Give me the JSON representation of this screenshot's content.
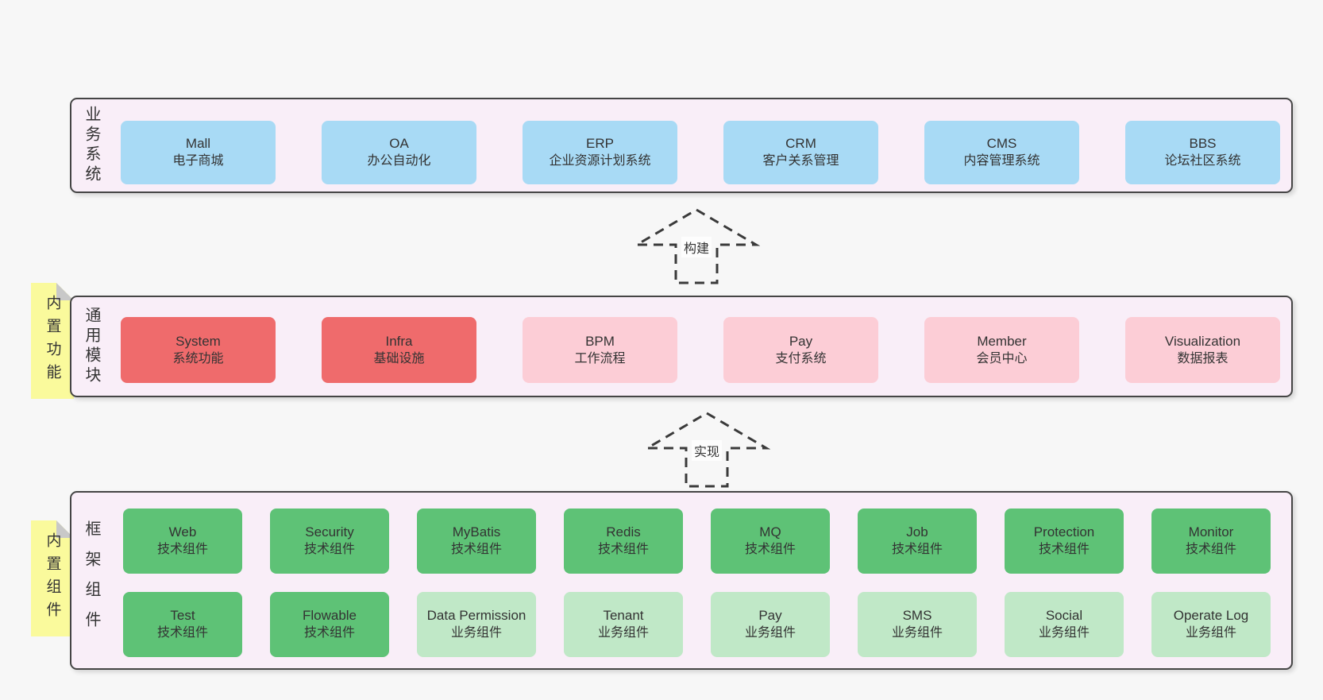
{
  "colors": {
    "page-bg": "#f7f7f7",
    "panel-bg": "#f9eef8",
    "panel-border": "#454545",
    "box-blue": "#a8daf5",
    "box-red": "#ef6b6c",
    "box-pink": "#fccdd6",
    "box-green-dark": "#5ec276",
    "box-green-light": "#c0e8c7",
    "tab-yellow": "#fafa9c",
    "tab-fold": "#c8c8c8",
    "text": "#333333"
  },
  "arrows": {
    "build": {
      "label": "构建"
    },
    "implement": {
      "label": "实现"
    }
  },
  "panels": {
    "business": {
      "label": "业务系统",
      "boxes": [
        {
          "en": "Mall",
          "zh": "电子商城",
          "type": "blue"
        },
        {
          "en": "OA",
          "zh": "办公自动化",
          "type": "blue"
        },
        {
          "en": "ERP",
          "zh": "企业资源计划系统",
          "type": "blue"
        },
        {
          "en": "CRM",
          "zh": "客户关系管理",
          "type": "blue"
        },
        {
          "en": "CMS",
          "zh": "内容管理系统",
          "type": "blue"
        },
        {
          "en": "BBS",
          "zh": "论坛社区系统",
          "type": "blue"
        }
      ]
    },
    "modules": {
      "label": "通用模块",
      "tab": "内置功能",
      "boxes": [
        {
          "en": "System",
          "zh": "系统功能",
          "type": "red"
        },
        {
          "en": "Infra",
          "zh": "基础设施",
          "type": "red"
        },
        {
          "en": "BPM",
          "zh": "工作流程",
          "type": "pink"
        },
        {
          "en": "Pay",
          "zh": "支付系统",
          "type": "pink"
        },
        {
          "en": "Member",
          "zh": "会员中心",
          "type": "pink"
        },
        {
          "en": "Visualization",
          "zh": "数据报表",
          "type": "pink"
        }
      ]
    },
    "framework": {
      "label": "框架组件",
      "tab": "内置组件",
      "boxes": [
        {
          "en": "Web",
          "zh": "技术组件",
          "type": "green-dark"
        },
        {
          "en": "Security",
          "zh": "技术组件",
          "type": "green-dark"
        },
        {
          "en": "MyBatis",
          "zh": "技术组件",
          "type": "green-dark"
        },
        {
          "en": "Redis",
          "zh": "技术组件",
          "type": "green-dark"
        },
        {
          "en": "MQ",
          "zh": "技术组件",
          "type": "green-dark"
        },
        {
          "en": "Job",
          "zh": "技术组件",
          "type": "green-dark"
        },
        {
          "en": "Protection",
          "zh": "技术组件",
          "type": "green-dark"
        },
        {
          "en": "Monitor",
          "zh": "技术组件",
          "type": "green-dark"
        },
        {
          "en": "Test",
          "zh": "技术组件",
          "type": "green-dark"
        },
        {
          "en": "Flowable",
          "zh": "技术组件",
          "type": "green-dark"
        },
        {
          "en": "Data Permission",
          "zh": "业务组件",
          "type": "green-light"
        },
        {
          "en": "Tenant",
          "zh": "业务组件",
          "type": "green-light"
        },
        {
          "en": "Pay",
          "zh": "业务组件",
          "type": "green-light"
        },
        {
          "en": "SMS",
          "zh": "业务组件",
          "type": "green-light"
        },
        {
          "en": "Social",
          "zh": "业务组件",
          "type": "green-light"
        },
        {
          "en": "Operate Log",
          "zh": "业务组件",
          "type": "green-light"
        }
      ]
    }
  }
}
